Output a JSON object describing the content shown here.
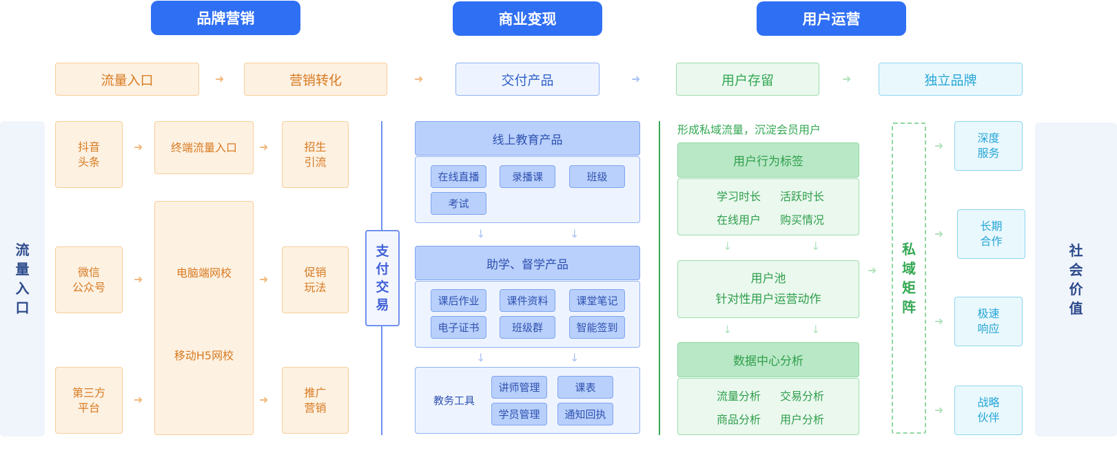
{
  "headers": {
    "brand": "品牌营销",
    "commerce": "商业变现",
    "ops": "用户运营"
  },
  "stages": [
    "流量入口",
    "营销转化",
    "交付产品",
    "用户存留",
    "独立品牌"
  ],
  "left_side": "流\n量\n入\n口",
  "right_side": "社\n会\n价\n值",
  "traffic_sources": [
    "抖音\n头条",
    "微信\n公众号",
    "第三方\n平台"
  ],
  "terminal_entry": "终端流量入口",
  "web_school": {
    "pc": "电脑端网校",
    "h5": "移动H5网校"
  },
  "marketing": [
    "招生\n引流",
    "促销\n玩法",
    "推广\n营销"
  ],
  "payment": "支\n付\n交\n易",
  "online_products": {
    "title": "线上教育产品",
    "items": [
      "在线直播",
      "录播课",
      "班级",
      "考试"
    ]
  },
  "study_products": {
    "title": "助学、督学产品",
    "items": [
      "课后作业",
      "课件资料",
      "课堂笔记",
      "电子证书",
      "班级群",
      "智能签到"
    ]
  },
  "admin_tools": {
    "label": "教务工具",
    "items": [
      "讲师管理",
      "课表",
      "学员管理",
      "通知回执"
    ]
  },
  "retention_caption": "形成私域流量，沉淀会员用户",
  "behavior_tags": {
    "title": "用户行为标签",
    "items": [
      "学习时长",
      "活跃时长",
      "在线用户",
      "购买情况"
    ]
  },
  "user_pool": {
    "line1": "用户池",
    "line2": "针对性用户运营动作"
  },
  "data_center": {
    "title": "数据中心分析",
    "items": [
      "流量分析",
      "交易分析",
      "商品分析",
      "用户分析"
    ]
  },
  "private_matrix": "私\n域\n矩\n阵",
  "brand_values": [
    "深度\n服务",
    "长期\n合作",
    "极速\n响应",
    "战略\n伙伴"
  ],
  "colors": {
    "header_blue": "#2f6ff3",
    "orange": "#d87a20",
    "blue": "#2f50b0",
    "green": "#34a853",
    "cyan": "#27a6d6"
  }
}
